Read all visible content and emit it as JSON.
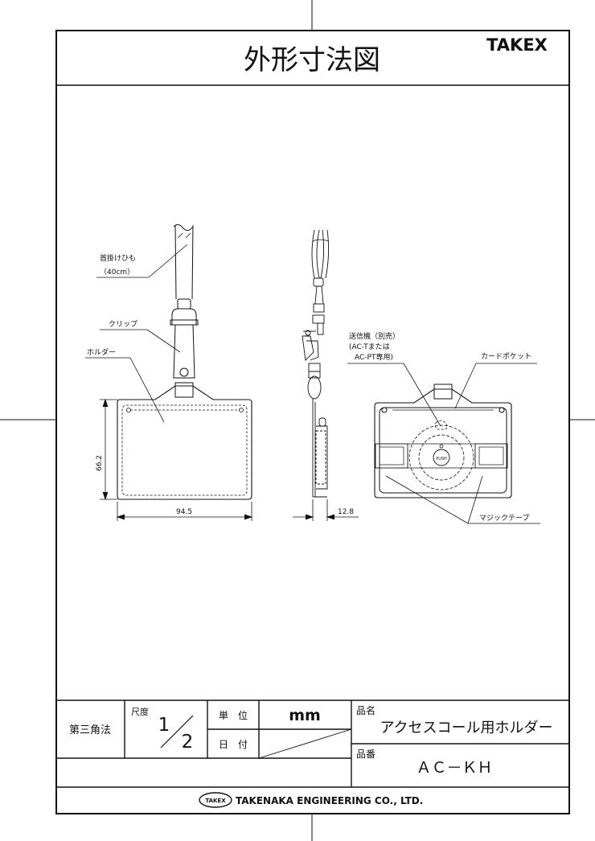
{
  "header": {
    "title": "外形寸法図",
    "brand": "TAKEX"
  },
  "labels": {
    "strap": "首掛けひも",
    "strap_len": "（40cm）",
    "clip": "クリップ",
    "holder": "ホルダー",
    "transmitter_1": "送信機（別売）",
    "transmitter_2": "(AC-Tまたは",
    "transmitter_3": "AC-PT専用)",
    "card_pocket": "カードポケット",
    "magic_tape": "マジックテープ",
    "push": "PUSH"
  },
  "dimensions": {
    "height": "66.2",
    "width": "94.5",
    "depth": "12.8"
  },
  "title_block": {
    "projection": "第三角法",
    "scale_label": "尺度",
    "scale_num": "1",
    "scale_den": "2",
    "unit_label": "単　位",
    "unit_value": "mm",
    "date_label": "日　付",
    "product_name_label": "品名",
    "product_name": "アクセスコール用ホルダー",
    "product_no_label": "品番",
    "product_no": "ＡＣ－ＫＨ",
    "company_badge": "TAKEX",
    "company": "TAKENAKA ENGINEERING CO., LTD."
  }
}
